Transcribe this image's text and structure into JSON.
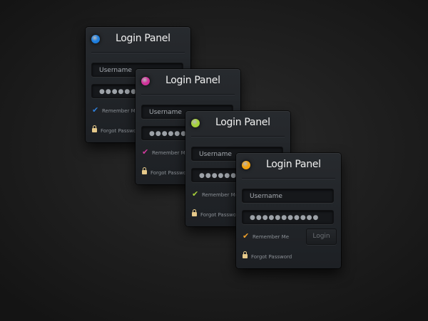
{
  "panels": [
    {
      "title": "Login Panel",
      "username_placeholder": "Username",
      "password_value": "●●●●●●●●●●●",
      "remember_label": "Remember Me",
      "forgot_label": "Forgot Password",
      "accent": "#1e7fe0",
      "check_color": "#2f7fd8"
    },
    {
      "title": "Login Panel",
      "username_placeholder": "Username",
      "password_value": "●●●●●●●●●●●",
      "remember_label": "Remember Me",
      "forgot_label": "Forgot Password",
      "accent": "#d0329a",
      "check_color": "#d03a9c"
    },
    {
      "title": "Login Panel",
      "username_placeholder": "Username",
      "password_value": "●●●●●●●●●●●",
      "remember_label": "Remember Me",
      "forgot_label": "Forgot Password",
      "accent": "#a6d23a",
      "check_color": "#a8cf3a"
    },
    {
      "title": "Login Panel",
      "username_placeholder": "Username",
      "password_value": "●●●●●●●●●●●",
      "remember_label": "Remember Me",
      "forgot_label": "Forgot Password",
      "login_button": "Login",
      "accent": "#f2a20f",
      "check_color": "#f0a02a"
    }
  ],
  "icons": {
    "check": "checkmark-icon",
    "lock": "lock-icon",
    "status": "status-dot-icon"
  }
}
